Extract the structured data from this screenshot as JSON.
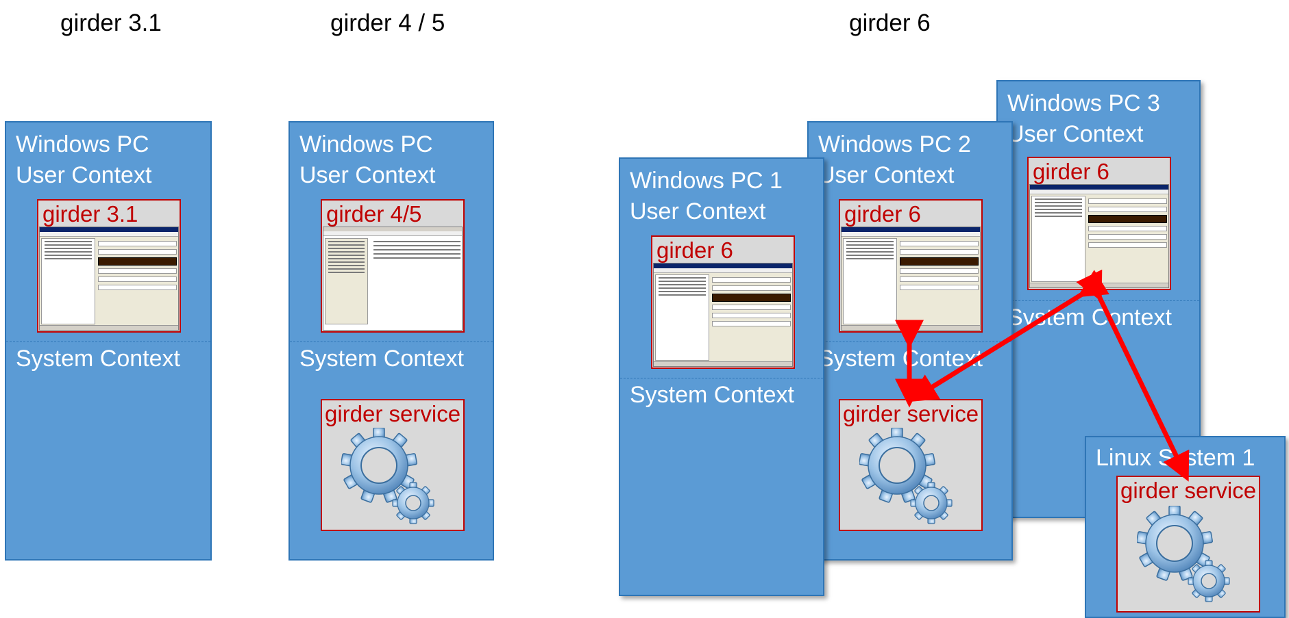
{
  "headings": {
    "h31": "girder 3.1",
    "h45": "girder 4 / 5",
    "h6": "girder 6"
  },
  "boxes": {
    "pc31": {
      "title_line1": "Windows PC",
      "title_line2": "User Context",
      "system": "System Context",
      "app": "girder 3.1"
    },
    "pc45": {
      "title_line1": "Windows PC",
      "title_line2": "User Context",
      "system": "System Context",
      "app": "girder 4/5",
      "service": "girder service"
    },
    "pc1": {
      "title_line1": "Windows PC 1",
      "title_line2": "User Context",
      "system": "System Context",
      "app": "girder 6"
    },
    "pc2": {
      "title_line1": "Windows PC 2",
      "title_line2": "User Context",
      "system": "System Context",
      "app": "girder 6",
      "service": "girder service"
    },
    "pc3": {
      "title_line1": "Windows PC 3",
      "title_line2": "User Context",
      "system": "System Context",
      "app": "girder 6"
    },
    "linux": {
      "title": "Linux System 1",
      "service": "girder service"
    }
  },
  "colors": {
    "box_fill": "#5b9bd5",
    "box_border": "#2e75b6",
    "app_label": "#c00000",
    "arrow": "#ff0000"
  },
  "icons": {
    "service": "gears-icon",
    "app": "app-window-screenshot"
  }
}
